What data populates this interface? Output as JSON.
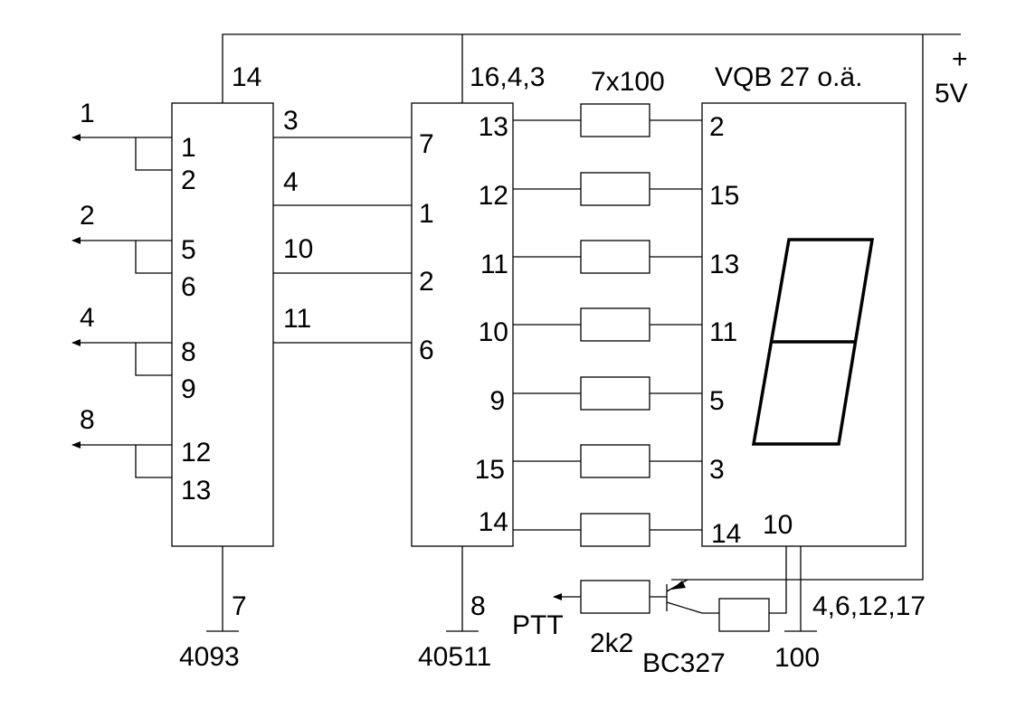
{
  "supply": {
    "plus": "+",
    "voltage": "5V"
  },
  "ic_4093": {
    "name": "4093",
    "vdd_pin": "14",
    "gnd_pin": "7",
    "outputs": [
      "3",
      "4",
      "10",
      "11"
    ],
    "inputs": [
      "1",
      "2",
      "5",
      "6",
      "8",
      "9",
      "12",
      "13"
    ],
    "arrow_labels": [
      "1",
      "2",
      "4",
      "8"
    ]
  },
  "ic_40511": {
    "name": "40511",
    "vdd_pins": "16,4,3",
    "gnd_pin": "8",
    "inputs": [
      "7",
      "1",
      "2",
      "6"
    ],
    "outputs": [
      "13",
      "12",
      "11",
      "10",
      "9",
      "15",
      "14"
    ]
  },
  "resistor_array": {
    "label": "7x100"
  },
  "display": {
    "name": "VQB 27 o.ä.",
    "pins": [
      "2",
      "15",
      "13",
      "11",
      "5",
      "3",
      "14"
    ],
    "common_pin": "10",
    "other_pins": "4,6,12,17"
  },
  "ptt_circuit": {
    "ptt_label": "PTT",
    "base_resistor": "2k2",
    "transistor": "BC327",
    "emitter_resistor": "100"
  }
}
